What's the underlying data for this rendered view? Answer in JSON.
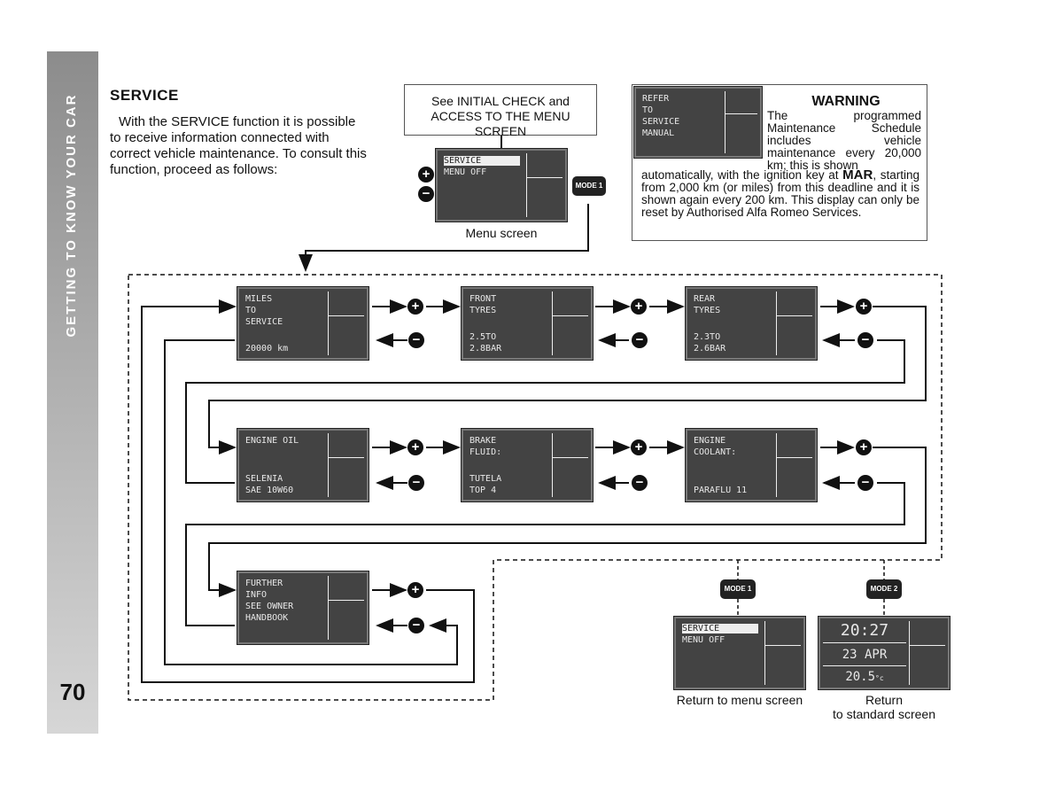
{
  "sidebar": {
    "title": "GETTING TO KNOW YOUR CAR",
    "page_number": "70"
  },
  "section": {
    "heading": "SERVICE",
    "intro": "With the SERVICE function it is possible to receive information connected with correct vehicle maintenance. To consult this function, proceed as follows:"
  },
  "initial_box": {
    "text": "See INITIAL CHECK and ACCESS TO THE MENU SCREEN"
  },
  "menu_screen": {
    "line1": "SERVICE",
    "line2": "MENU OFF",
    "caption": "Menu screen"
  },
  "mode_buttons": {
    "mode1": "MODE 1",
    "mode2": "MODE 2"
  },
  "warning": {
    "display_text": "REFER\nTO\nSERVICE\nMANUAL",
    "title": "WARNING",
    "text_part1": "The programmed Maintenance Schedule includes vehicle maintenance every 20,000 km; this is shown",
    "text_part2_pre": "automatically, with the ignition key at ",
    "key_position": "MAR",
    "text_part2_post": ", starting from 2,000 km (or miles) from this deadline and it is shown again every 200 km. This display can only be reset by Authorised Alfa Romeo Services."
  },
  "screens": {
    "miles": {
      "top": "MILES\nTO\nSERVICE",
      "bottom": "20000 km"
    },
    "front_tyres": {
      "top": "FRONT\nTYRES",
      "bottom": "2.5TO\n2.8BAR"
    },
    "rear_tyres": {
      "top": "REAR\nTYRES",
      "bottom": "2.3TO\n2.6BAR"
    },
    "engine_oil": {
      "top": "ENGINE OIL",
      "bottom": "SELENIA\nSAE 10W60"
    },
    "brake_fluid": {
      "top": "BRAKE\nFLUID:",
      "bottom": "TUTELA\nTOP 4"
    },
    "engine_coolant": {
      "top": "ENGINE\nCOOLANT:",
      "bottom": "PARAFLU 11"
    },
    "further_info": {
      "top": "FURTHER\nINFO\nSEE OWNER\nHANDBOOK",
      "bottom": ""
    }
  },
  "return_menu": {
    "line1": "SERVICE",
    "line2": "MENU OFF",
    "caption": "Return to menu screen"
  },
  "return_standard": {
    "time": "20:27",
    "date": "23 APR",
    "temp_value": "20.5",
    "temp_unit": "°c",
    "caption_line1": "Return",
    "caption_line2": "to standard screen"
  },
  "symbols": {
    "plus": "+",
    "minus": "−"
  }
}
